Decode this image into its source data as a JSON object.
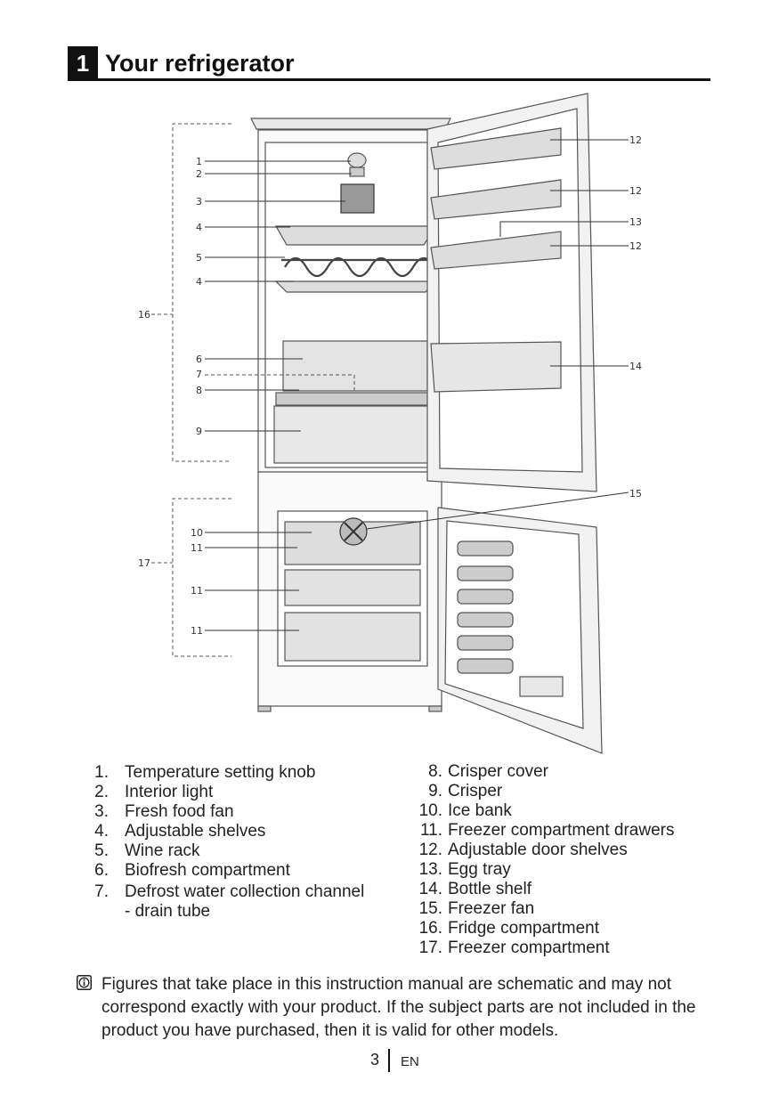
{
  "section": {
    "number": "1",
    "title": "Your refrigerator"
  },
  "callouts": {
    "c1": "1",
    "c2": "2",
    "c3": "3",
    "c4a": "4",
    "c5": "5",
    "c4b": "4",
    "c16": "16",
    "c6": "6",
    "c7": "7",
    "c8": "8",
    "c9": "9",
    "c10": "10",
    "c11a": "11",
    "c17": "17",
    "c11b": "11",
    "c11c": "11",
    "c12a": "12",
    "c12b": "12",
    "c13": "13",
    "c12c": "12",
    "c14": "14",
    "c15": "15"
  },
  "parts_left": [
    {
      "num": "1.",
      "label": "Temperature setting knob"
    },
    {
      "num": "2.",
      "label": "Interior light"
    },
    {
      "num": "3.",
      "label": "Fresh food fan"
    },
    {
      "num": "4.",
      "label": "Adjustable shelves"
    },
    {
      "num": "5.",
      "label": "Wine rack"
    },
    {
      "num": "6.",
      "label": "Biofresh compartment"
    },
    {
      "num": "7.",
      "label": "Defrost water collection channel",
      "continuation": "- drain tube"
    }
  ],
  "parts_right": [
    {
      "num": "8.",
      "label": "Crisper cover"
    },
    {
      "num": "9.",
      "label": "Crisper"
    },
    {
      "num": "10.",
      "label": "Ice bank"
    },
    {
      "num": "11.",
      "label": "Freezer compartment drawers"
    },
    {
      "num": "12.",
      "label": "Adjustable door shelves"
    },
    {
      "num": "13.",
      "label": "Egg tray"
    },
    {
      "num": "14.",
      "label": "Bottle shelf"
    },
    {
      "num": "15.",
      "label": "Freezer fan"
    },
    {
      "num": "16.",
      "label": "Fridge compartment"
    },
    {
      "num": "17.",
      "label": "Freezer compartment"
    }
  ],
  "note": {
    "icon": "info-icon",
    "text": "Figures that take place in this instruction manual are schematic and may not correspond exactly with your product. If the subject parts are not included in the product you have purchased, then it is valid for other models."
  },
  "footer": {
    "page": "3",
    "lang": "EN"
  }
}
